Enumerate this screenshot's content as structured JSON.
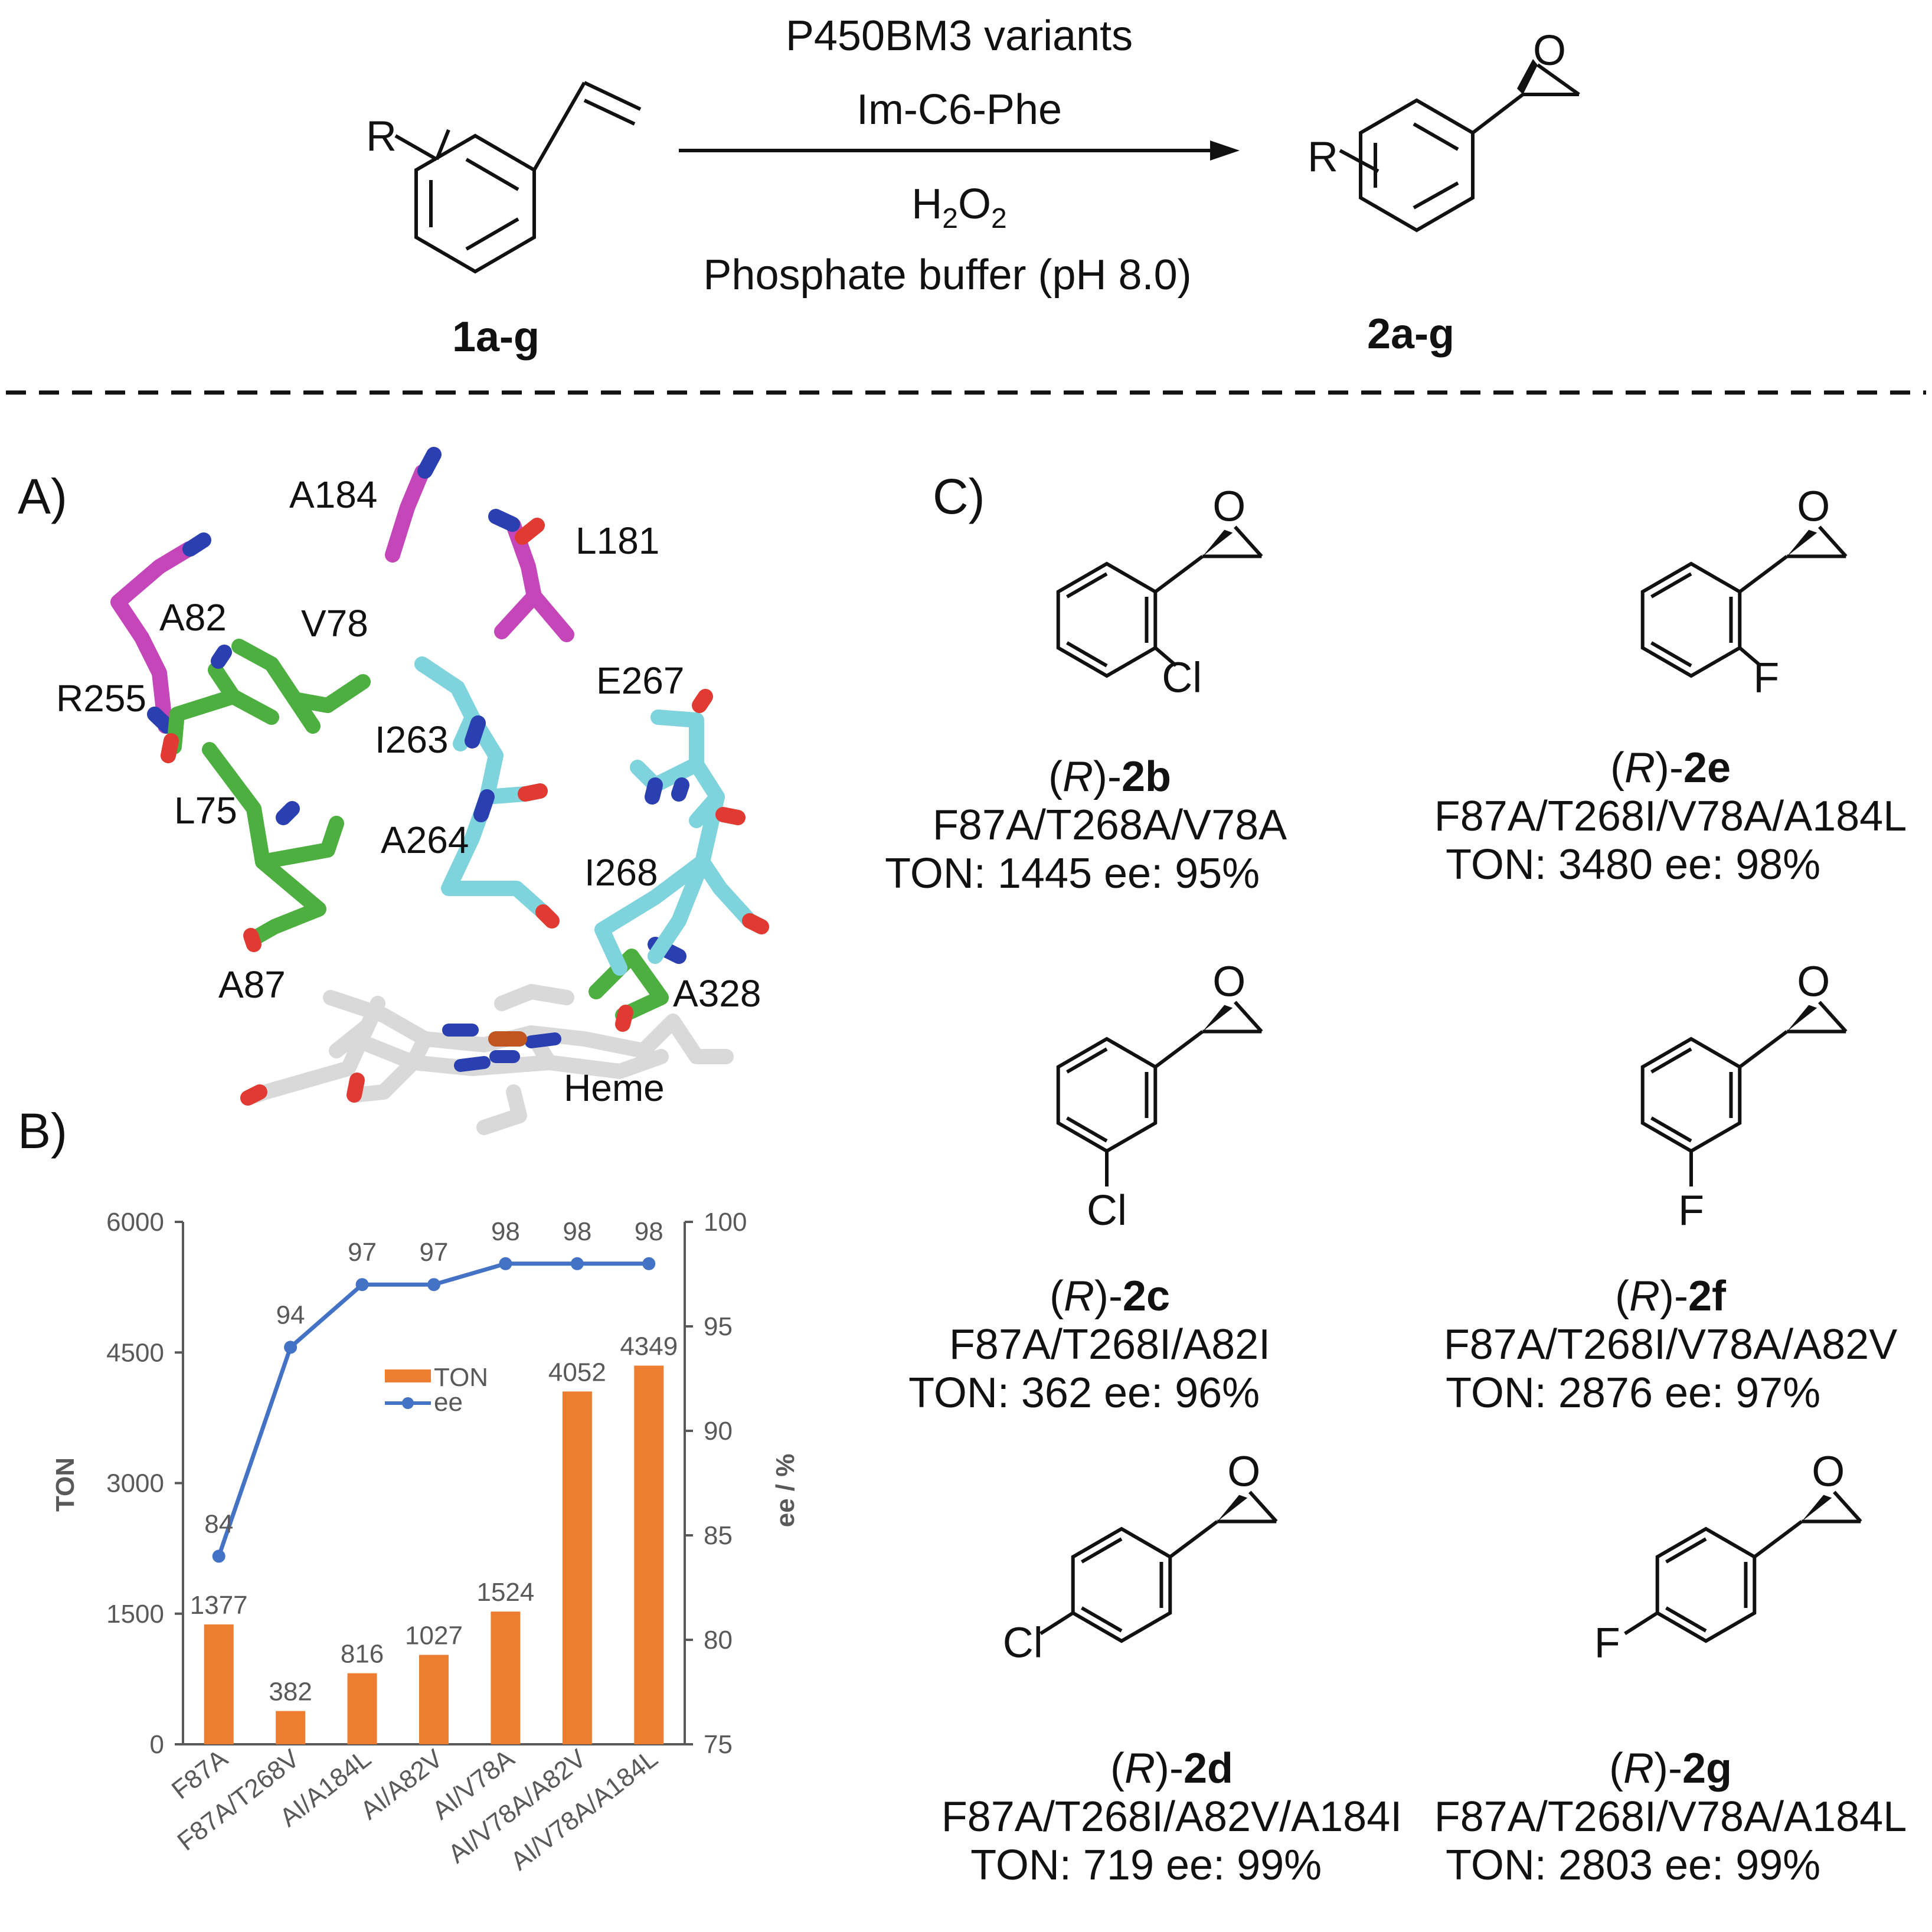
{
  "reaction": {
    "substrate_label_R": "R",
    "product_label_R": "R",
    "conditions": [
      "P450BM3 variants",
      "Im-C6-Phe",
      "H2O2",
      "Phosphate buffer (pH 8.0)"
    ],
    "h2o2": {
      "H": "H",
      "sub1": "2",
      "O": "O",
      "sub2": "2"
    },
    "substrate_id": "1a-g",
    "product_id": "2a-g"
  },
  "panels": {
    "a": "A)",
    "b": "B)",
    "c": "C)"
  },
  "structure": {
    "residues": [
      "A184",
      "L181",
      "A82",
      "V78",
      "R255",
      "E267",
      "I263",
      "L75",
      "A264",
      "I268",
      "A87",
      "A328",
      "Heme"
    ],
    "colors": {
      "magenta": "#c446b8",
      "green": "#4caf3f",
      "cyan": "#7fd3dc",
      "gray": "#d9d9d9",
      "blue": "#2a3fb0",
      "red": "#e03a32",
      "orange": "#c0561e"
    }
  },
  "chart_data": {
    "type": "bar",
    "categories": [
      "F87A",
      "F87A/T268V",
      "AI/A184L",
      "AI/A82V",
      "AI/V78A",
      "AI/V78A/A82V",
      "AI/V78A/A184L"
    ],
    "series": [
      {
        "name": "TON",
        "type": "bar",
        "axis": "left",
        "color": "#ed7d31",
        "values": [
          1377,
          382,
          816,
          1027,
          1524,
          4052,
          4349
        ]
      },
      {
        "name": "ee",
        "type": "line",
        "axis": "right",
        "color": "#4472c4",
        "values": [
          84,
          94,
          97,
          97,
          98,
          98,
          98
        ]
      }
    ],
    "ylabel": "TON",
    "y2label": "ee / %",
    "ylim": [
      0,
      6000
    ],
    "y2lim": [
      75,
      100
    ],
    "yticks": [
      0,
      1500,
      3000,
      4500,
      6000
    ],
    "y2ticks": [
      75,
      80,
      85,
      90,
      95,
      100
    ],
    "legend": "center",
    "grid": false
  },
  "products": [
    {
      "prefix": "(",
      "R": "R",
      "mid": ")-",
      "id": "2b",
      "substituent": "Cl",
      "variant": "F87A/T268A/V78A",
      "ton": "TON: 1445",
      "ee": "ee: 95%"
    },
    {
      "prefix": "(",
      "R": "R",
      "mid": ")-",
      "id": "2e",
      "substituent": "F",
      "variant": "F87A/T268I/V78A/A184L",
      "ton": "TON: 3480",
      "ee": "ee: 98%"
    },
    {
      "prefix": "(",
      "R": "R",
      "mid": ")-",
      "id": "2c",
      "substituent": "Cl",
      "variant": "F87A/T268I/A82I",
      "ton": "TON: 362",
      "ee": "ee: 96%"
    },
    {
      "prefix": "(",
      "R": "R",
      "mid": ")-",
      "id": "2f",
      "substituent": "F",
      "variant": "F87A/T268I/V78A/A82V",
      "ton": "TON: 2876",
      "ee": "ee: 97%"
    },
    {
      "prefix": "(",
      "R": "R",
      "mid": ")-",
      "id": "2d",
      "substituent": "Cl",
      "variant": "F87A/T268I/A82V/A184I",
      "ton": "TON: 719",
      "ee": "ee: 99%"
    },
    {
      "prefix": "(",
      "R": "R",
      "mid": ")-",
      "id": "2g",
      "substituent": "F",
      "variant": "F87A/T268I/V78A/A184L",
      "ton": "TON: 2803",
      "ee": "ee: 99%"
    }
  ],
  "epoxide_O": "O"
}
